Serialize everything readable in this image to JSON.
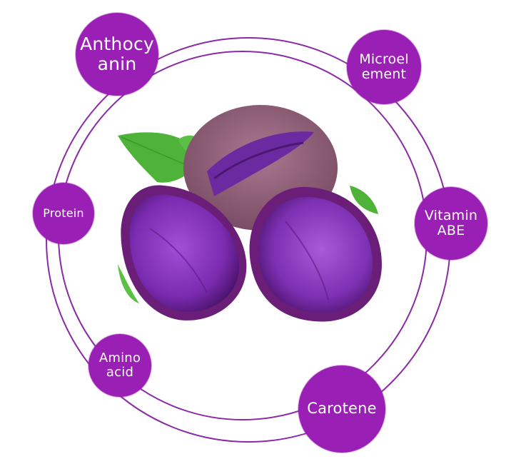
{
  "diagram": {
    "title": "",
    "center_image": "purple-sweet-potato",
    "colors": {
      "bubble_fill": "#9a1fb4",
      "ring_stroke": "#8a2aa6",
      "text": "#ffffff",
      "background": "#ffffff"
    },
    "nutrients": [
      {
        "id": "anthocyanin",
        "line1": "Anthocy",
        "line2": "anin"
      },
      {
        "id": "microelement",
        "line1": "Microel",
        "line2": "ement"
      },
      {
        "id": "protein",
        "line1": "Protein",
        "line2": ""
      },
      {
        "id": "vitamin-abe",
        "line1": "Vitamin",
        "line2": "ABE"
      },
      {
        "id": "amino-acid",
        "line1": "Amino",
        "line2": "acid"
      },
      {
        "id": "carotene",
        "line1": "Carotene",
        "line2": ""
      }
    ]
  }
}
